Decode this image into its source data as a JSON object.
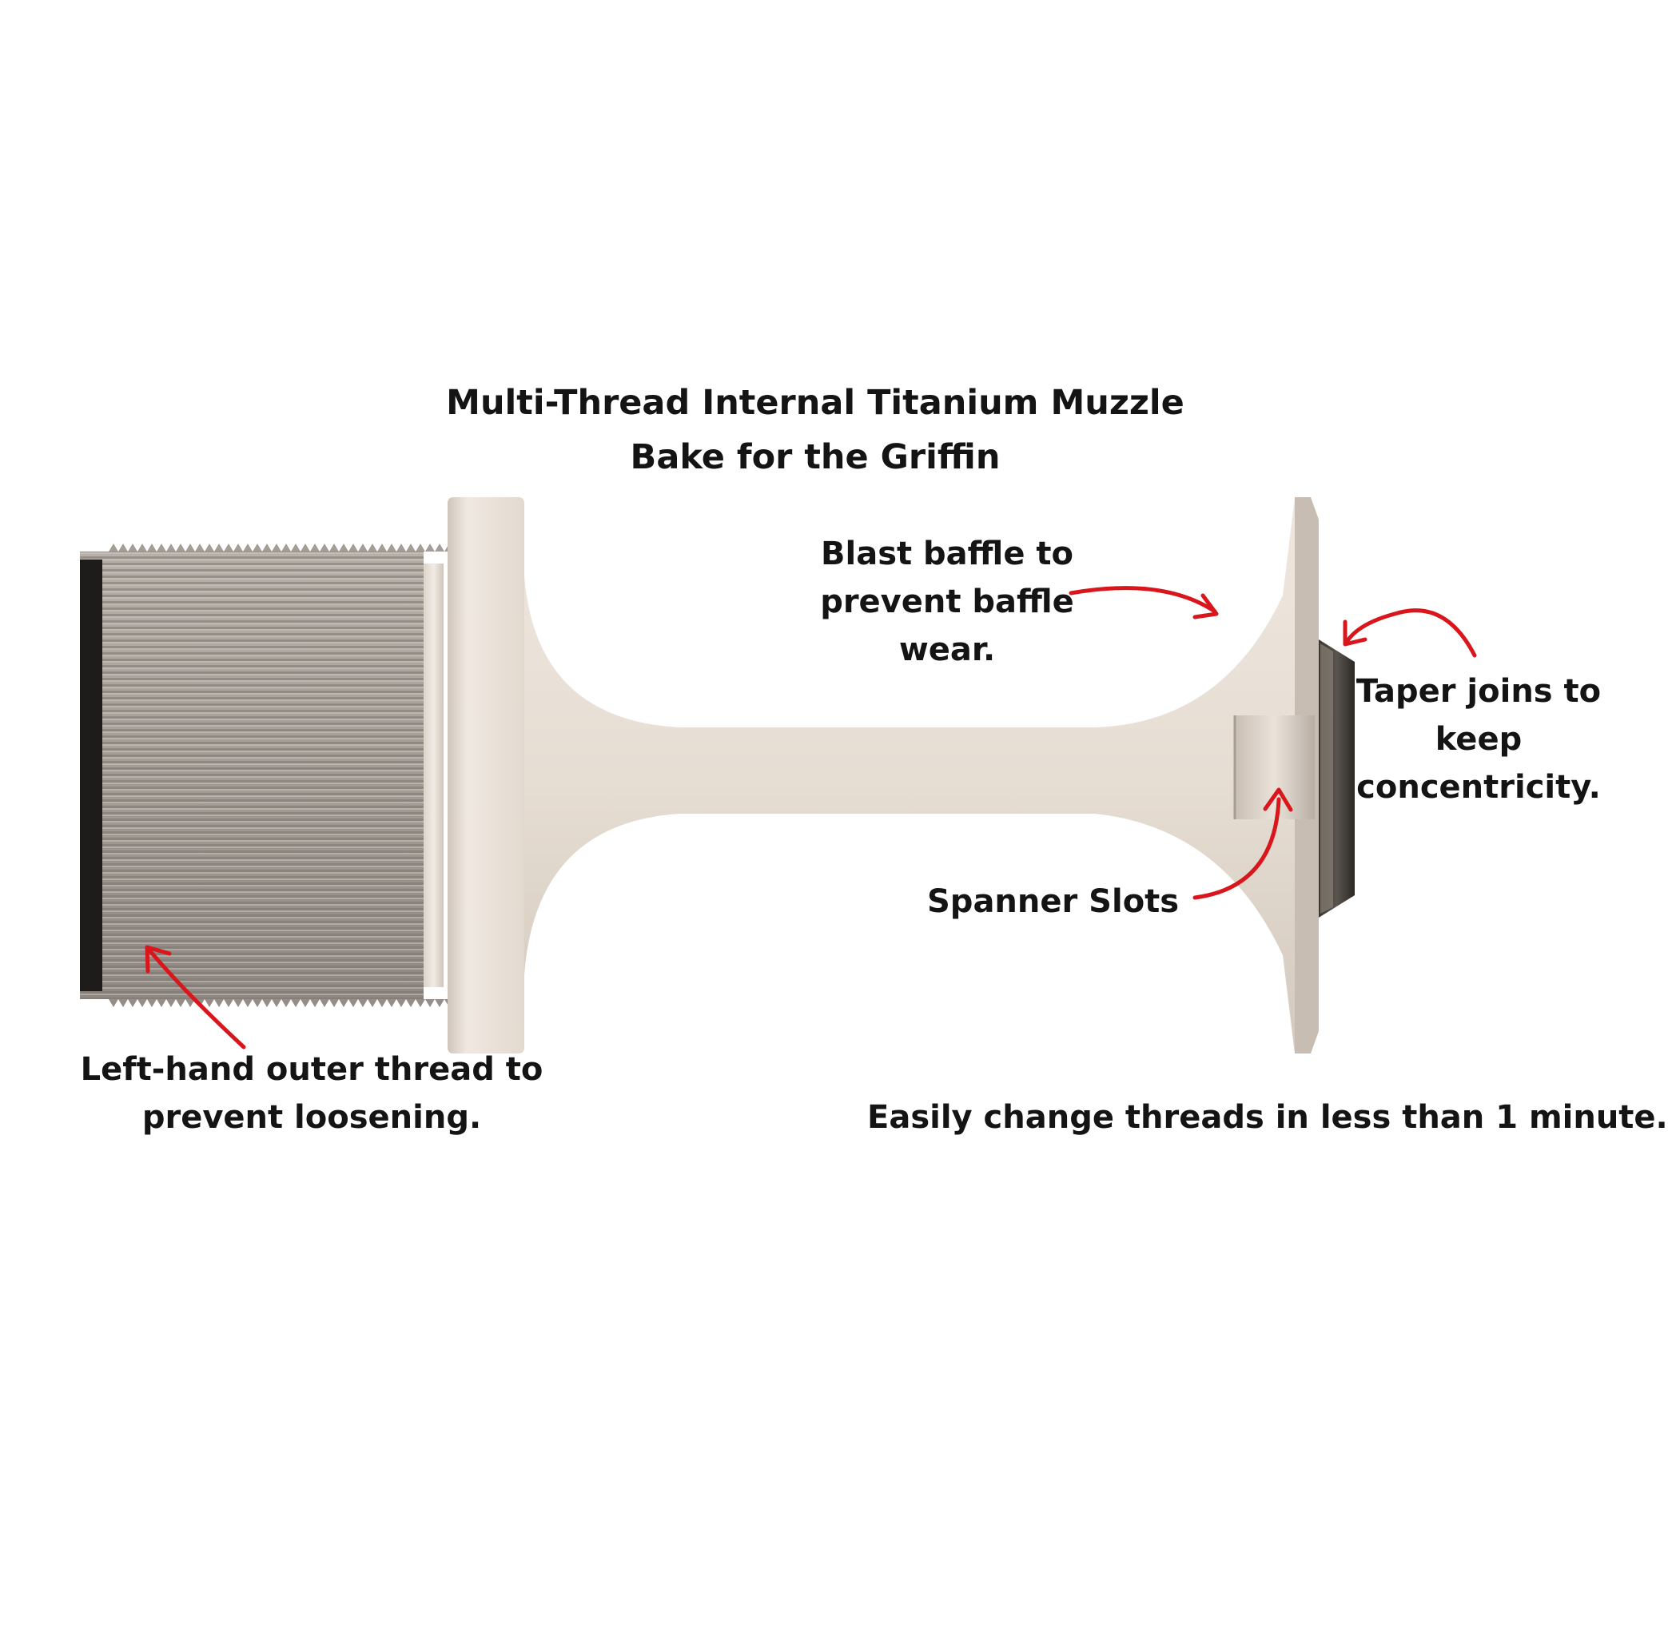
{
  "title_lines": [
    "Multi-Thread  Internal Titanium Muzzle",
    "Bake for the Griffin"
  ],
  "callouts": {
    "blast_baffle": [
      "Blast baffle to",
      "prevent baffle",
      "wear."
    ],
    "taper": [
      "Taper joins to",
      "keep",
      "concentricity."
    ],
    "spanner": [
      "Spanner Slots"
    ],
    "left_thread": [
      "Left-hand outer thread to",
      "prevent loosening."
    ]
  },
  "footer_note": "Easily change threads in less than 1 minute.",
  "colors": {
    "arrow": "#d9161c",
    "metal": "#e6ddd4",
    "metal_shadow": "#b9afa6",
    "thread": "#9c958f",
    "text": "#141414"
  }
}
